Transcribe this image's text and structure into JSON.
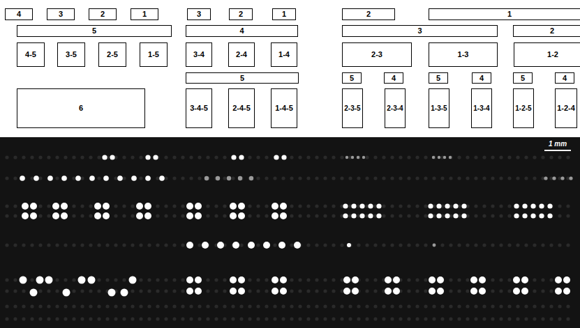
{
  "diagram": {
    "nodes": [
      {
        "text": [
          "4"
        ]
      },
      {
        "text": [
          "3"
        ]
      },
      {
        "text": [
          "2"
        ]
      },
      {
        "text": [
          "1"
        ]
      },
      {
        "text": [
          "3"
        ]
      },
      {
        "text": [
          "2"
        ]
      },
      {
        "text": [
          "1"
        ]
      },
      {
        "text": [
          "2"
        ]
      },
      {
        "text": [
          "1"
        ]
      },
      {
        "text": [
          "5"
        ]
      },
      {
        "text": [
          "4"
        ]
      },
      {
        "text": [
          "3"
        ]
      },
      {
        "text": [
          "2"
        ]
      },
      {
        "text": [
          "4-5"
        ]
      },
      {
        "text": [
          "3-5"
        ]
      },
      {
        "text": [
          "2-5"
        ]
      },
      {
        "text": [
          "1-5"
        ]
      },
      {
        "text": [
          "3-4"
        ]
      },
      {
        "text": [
          "2-4"
        ]
      },
      {
        "text": [
          "1-4"
        ]
      },
      {
        "text": [
          "2-3"
        ]
      },
      {
        "text": [
          "1-3"
        ]
      },
      {
        "text": [
          "1-2"
        ]
      },
      {
        "text": [
          "5"
        ]
      },
      {
        "text": [
          "5"
        ]
      },
      {
        "text": [
          "4"
        ]
      },
      {
        "text": [
          "5"
        ]
      },
      {
        "text": [
          "4"
        ]
      },
      {
        "text": [
          "5"
        ]
      },
      {
        "text": [
          "4"
        ]
      },
      {
        "text": [
          "6"
        ]
      },
      {
        "text": [
          "3-4-5"
        ]
      },
      {
        "text": [
          "2-4-5"
        ]
      },
      {
        "text": [
          "1-4-5"
        ]
      },
      {
        "text": [
          "2-3-5"
        ]
      },
      {
        "text": [
          "2-3-4"
        ]
      },
      {
        "text": [
          "1-3-5"
        ]
      },
      {
        "text": [
          "1-3-4"
        ]
      },
      {
        "text": [
          "1-2-5"
        ]
      },
      {
        "text": [
          "1-2-4"
        ]
      }
    ],
    "labels": [
      "1 mm"
    ]
  }
}
